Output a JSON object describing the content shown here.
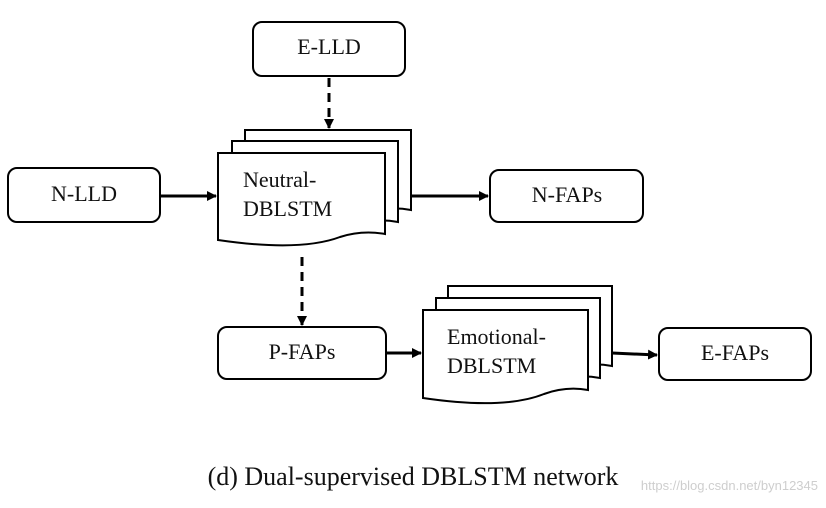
{
  "nodes": {
    "e_lld": "E-LLD",
    "n_lld": "N-LLD",
    "neutral_dblstm": {
      "line1": "Neutral-",
      "line2": "DBLSTM"
    },
    "n_faps": "N-FAPs",
    "p_faps": "P-FAPs",
    "emotional_dblstm": {
      "line1": "Emotional-",
      "line2": "DBLSTM"
    },
    "e_faps": "E-FAPs"
  },
  "edges": [
    {
      "from": "e_lld",
      "to": "neutral_dblstm",
      "style": "dashed"
    },
    {
      "from": "n_lld",
      "to": "neutral_dblstm",
      "style": "solid"
    },
    {
      "from": "neutral_dblstm",
      "to": "n_faps",
      "style": "solid"
    },
    {
      "from": "neutral_dblstm",
      "to": "p_faps",
      "style": "dashed"
    },
    {
      "from": "p_faps",
      "to": "emotional_dblstm",
      "style": "solid"
    },
    {
      "from": "emotional_dblstm",
      "to": "e_faps",
      "style": "solid"
    }
  ],
  "caption": "(d) Dual-supervised DBLSTM network",
  "watermark": "https://blog.csdn.net/byn12345",
  "colors": {
    "stroke": "#000000",
    "fill": "#ffffff",
    "text": "#111111"
  }
}
